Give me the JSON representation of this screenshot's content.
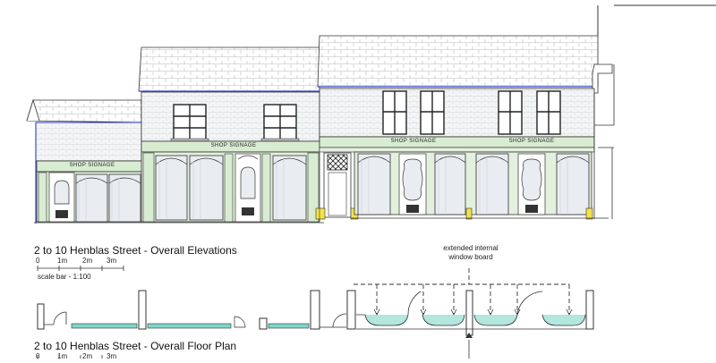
{
  "elevation": {
    "title": "2 to 10 Henblas Street - Overall Elevations",
    "signage": [
      "SHOP SIGNAGE",
      "SHOP SIGNAGE",
      "SHOP SIGNAGE",
      "SHOP SIGNAGE"
    ],
    "scale_bar": {
      "ticks": [
        "0",
        "1m",
        "2m",
        "3m"
      ],
      "label": "scale bar - 1:100"
    }
  },
  "floor_plan": {
    "title": "2 to 10 Henblas Street - Overall Floor Plan",
    "annotation_line1": "extended internal",
    "annotation_line2": "window board",
    "scale_ticks": [
      "0",
      "1m",
      "2m",
      "3m"
    ]
  },
  "colors": {
    "line": "#2a2a2a",
    "shopfront_green": "#d8ecd2",
    "glass": "#e9edf2",
    "stone_grey": "#eef0f2",
    "hatch": "#bdbdbd",
    "stone_yellow": "#f3e34a",
    "blue_outline": "#2f3dc8",
    "plan_glass": "#7fd6c8"
  }
}
